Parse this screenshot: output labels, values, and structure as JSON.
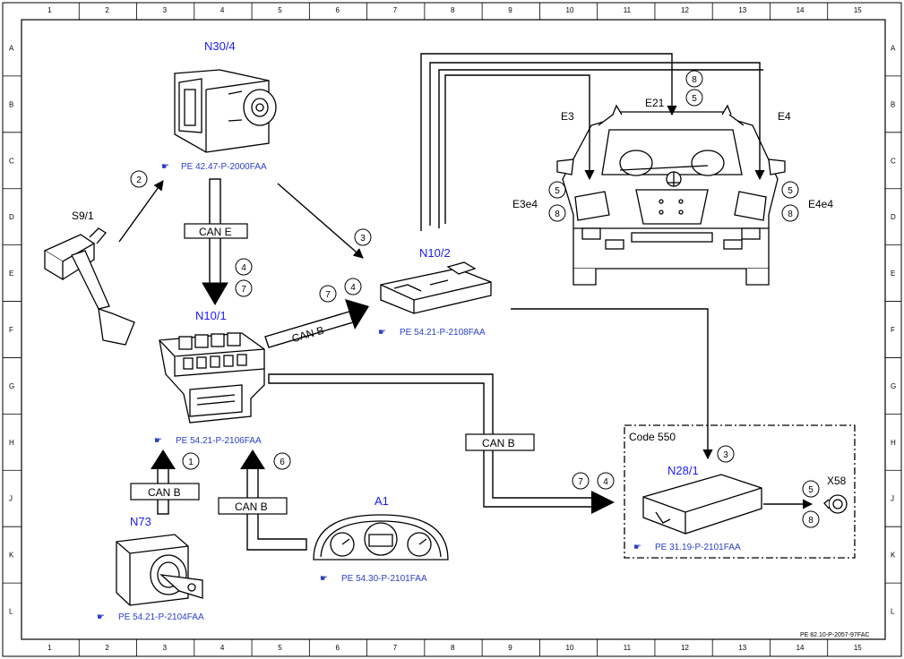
{
  "grid": {
    "columns": [
      "1",
      "2",
      "3",
      "4",
      "5",
      "6",
      "7",
      "8",
      "9",
      "10",
      "11",
      "12",
      "13",
      "14",
      "15"
    ],
    "rows": [
      "A",
      "B",
      "C",
      "D",
      "E",
      "F",
      "G",
      "H",
      "J",
      "K",
      "L"
    ]
  },
  "components": {
    "n30_4": "N30/4",
    "s9_1": "S9/1",
    "n10_1": "N10/1",
    "n10_2": "N10/2",
    "e21": "E21",
    "e3": "E3",
    "e4": "E4",
    "e3e4": "E3e4",
    "e4e4": "E4e4",
    "n28_1": "N28/1",
    "x58": "X58",
    "n73": "N73",
    "a1": "A1",
    "code": "Code 550"
  },
  "refs": {
    "n30_4": "PE 42.47-P-2000FAA",
    "n10_2": "PE 54.21-P-2108FAA",
    "n10_1": "PE 54.21-P-2106FAA",
    "n28_1": "PE 31.19-P-2101FAA",
    "a1": "PE 54.30-P-2101FAA",
    "n73": "PE 54.21-P-2104FAA"
  },
  "can_labels": {
    "can_e": "CAN E",
    "can_b_diag": "CAN B",
    "can_b_g8": "CAN B",
    "can_b_n73": "CAN B",
    "can_b_a1": "CAN B"
  },
  "steps": {
    "s1": "1",
    "s2": "2",
    "s3": "3",
    "s4a": "4",
    "s7a": "7",
    "s7b": "7",
    "s4b": "4",
    "s6": "6",
    "s7c": "7",
    "s4c": "4",
    "s3b": "3",
    "s8_top": "8",
    "s5_top": "5",
    "s5_left": "5",
    "s8_left": "8",
    "s5_right": "5",
    "s8_right": "8",
    "s5_x58": "5",
    "s8_x58": "8"
  },
  "footer": "PE 82.10-P-2057-97FAC"
}
